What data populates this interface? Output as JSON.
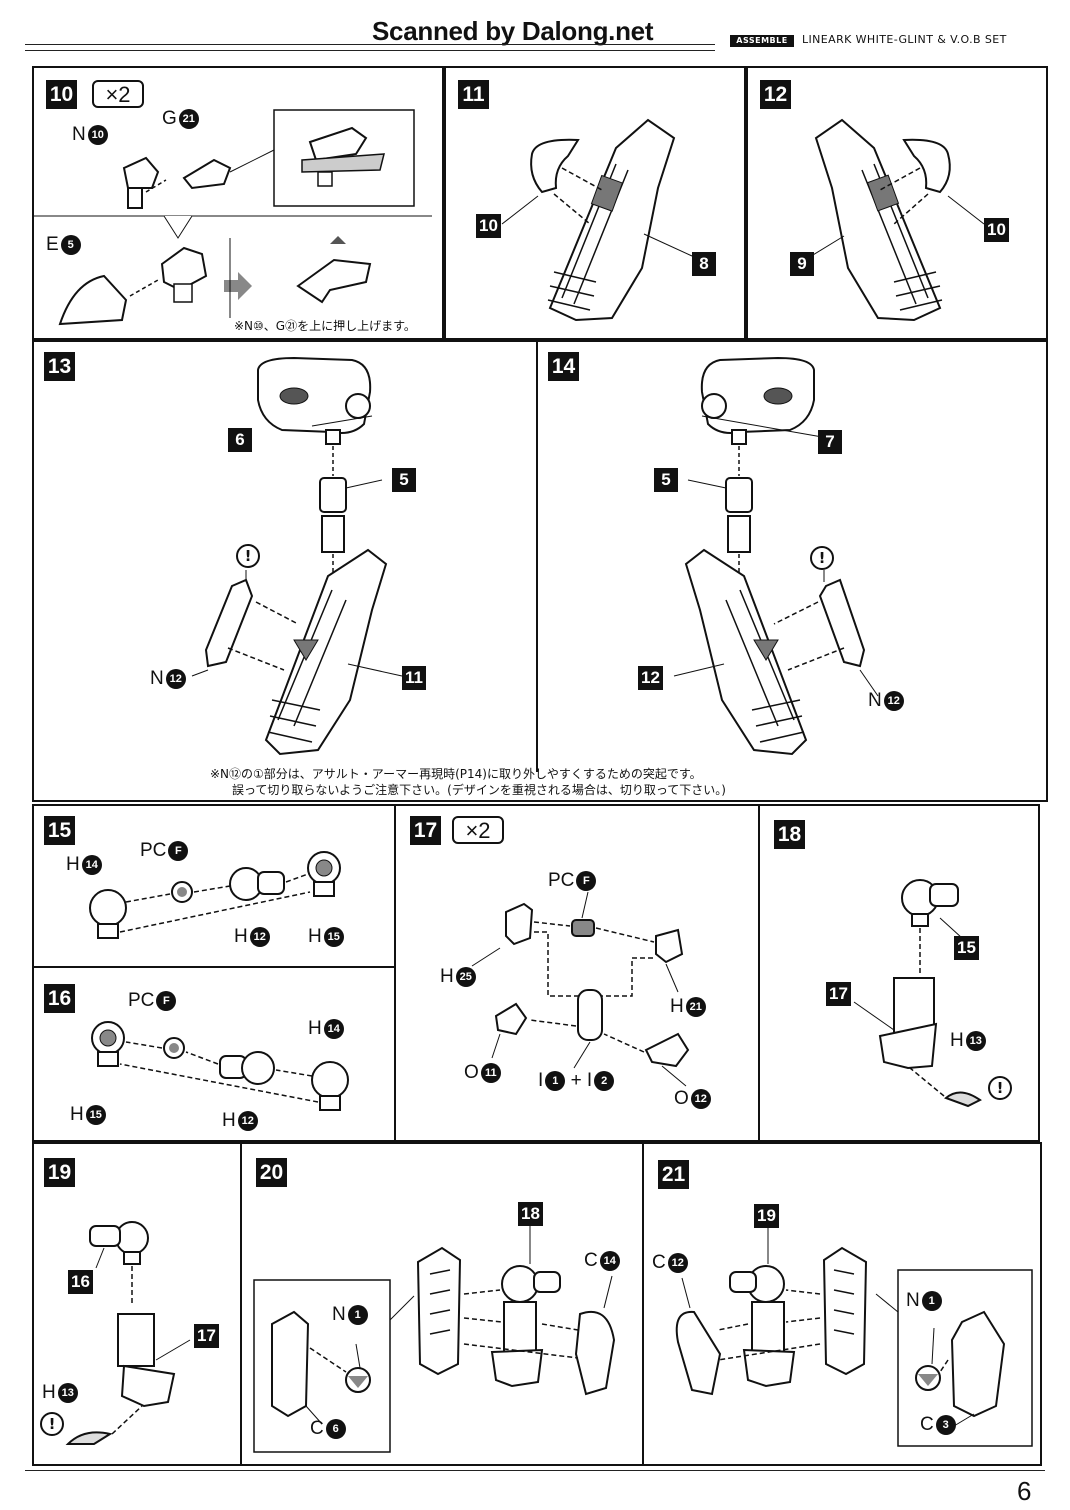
{
  "header": {
    "watermark": "Scanned by Dalong.net",
    "section_tag": "ASSEMBLE",
    "product": "LINEARK WHITE-GLINT & V.O.B SET"
  },
  "steps": {
    "s10": {
      "number": "10",
      "multiplier": "×2",
      "labels": {
        "n10": "N",
        "n10num": "10",
        "g21": "G",
        "g21num": "21",
        "e5": "E",
        "e5num": "5"
      },
      "note": "※N⑩、G㉑を上に押し上げます。"
    },
    "s11": {
      "number": "11",
      "tags": [
        "10",
        "8"
      ]
    },
    "s12": {
      "number": "12",
      "tags": [
        "9",
        "10"
      ]
    },
    "s13": {
      "number": "13",
      "tags": [
        "6",
        "5",
        "11"
      ],
      "label": "N",
      "labelnum": "12"
    },
    "s14": {
      "number": "14",
      "tags": [
        "7",
        "5",
        "12"
      ],
      "label": "N",
      "labelnum": "12"
    },
    "notes_13_14": [
      "※N⑫の①部分は、アサルト・アーマー再現時(P14)に取り外しやすくするための突起です。",
      "誤って切り取らないようご注意下さい。(デザインを重視される場合は、切り取って下さい。)"
    ],
    "s15": {
      "number": "15",
      "labels": {
        "pc": "PC",
        "pcnum": "F",
        "h14": "H",
        "h14num": "14",
        "h12": "H",
        "h12num": "12",
        "h15": "H",
        "h15num": "15"
      }
    },
    "s16": {
      "number": "16",
      "labels": {
        "pc": "PC",
        "pcnum": "F",
        "h14": "H",
        "h14num": "14",
        "h15": "H",
        "h15num": "15",
        "h12": "H",
        "h12num": "12"
      }
    },
    "s17": {
      "number": "17",
      "multiplier": "×2",
      "labels": {
        "pc": "PC",
        "pcnum": "F",
        "h25": "H",
        "h25num": "25",
        "h21": "H",
        "h21num": "21",
        "o11": "O",
        "o11num": "11",
        "i": "I",
        "i1num": "1",
        "plus": "+ I",
        "i2num": "2",
        "o12": "O",
        "o12num": "12"
      }
    },
    "s18": {
      "number": "18",
      "tags": [
        "15",
        "17"
      ],
      "label": "H",
      "labelnum": "13"
    },
    "s19": {
      "number": "19",
      "tags": [
        "16",
        "17"
      ],
      "label": "H",
      "labelnum": "13"
    },
    "s20": {
      "number": "20",
      "tags": [
        "18"
      ],
      "labels": {
        "c14": "C",
        "c14num": "14",
        "n1": "N",
        "n1num": "1",
        "c6": "C",
        "c6num": "6"
      }
    },
    "s21": {
      "number": "21",
      "tags": [
        "19"
      ],
      "labels": {
        "c12": "C",
        "c12num": "12",
        "n1": "N",
        "n1num": "1",
        "c3": "C",
        "c3num": "3"
      }
    }
  },
  "warn_symbol": "!",
  "page_number": "6"
}
